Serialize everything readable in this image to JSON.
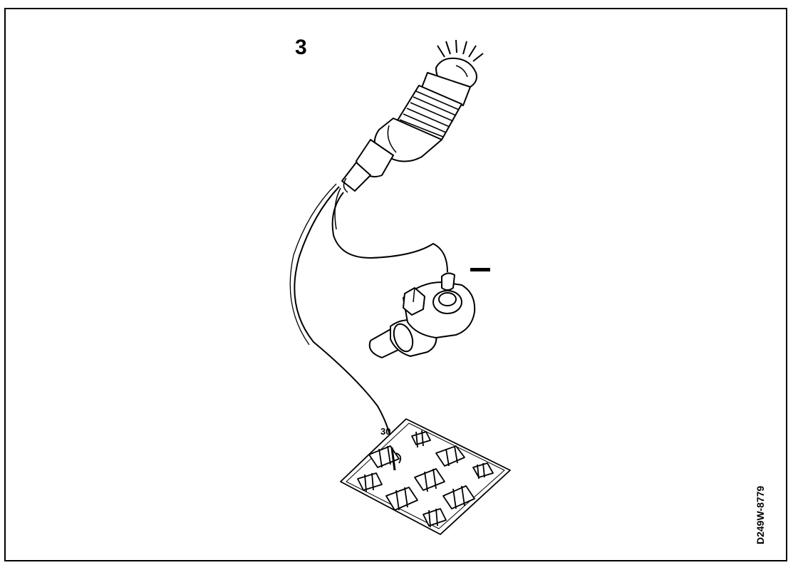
{
  "figure": {
    "step_number": "3",
    "terminal_label": "30",
    "figure_code": "D249W-8779",
    "negative_label": "–"
  },
  "colors": {
    "ink": "#000000",
    "paper": "#ffffff"
  }
}
